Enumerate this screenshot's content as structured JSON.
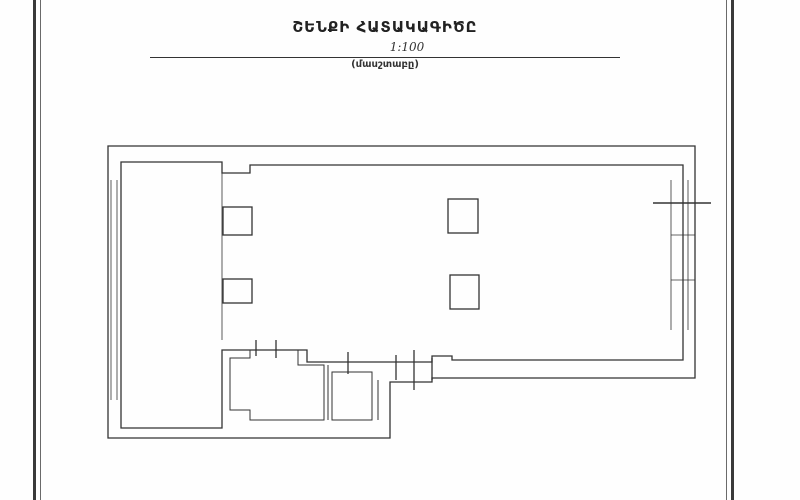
{
  "document": {
    "title": "ՇԵՆՔԻ ՀԱՏԱԿԱԳԻԾԸ",
    "scale_value": "1:100",
    "scale_caption": "(մասշտաբը)"
  },
  "colors": {
    "line": "#333333",
    "paper": "#fefefe",
    "frame": "#3a3a3a"
  }
}
